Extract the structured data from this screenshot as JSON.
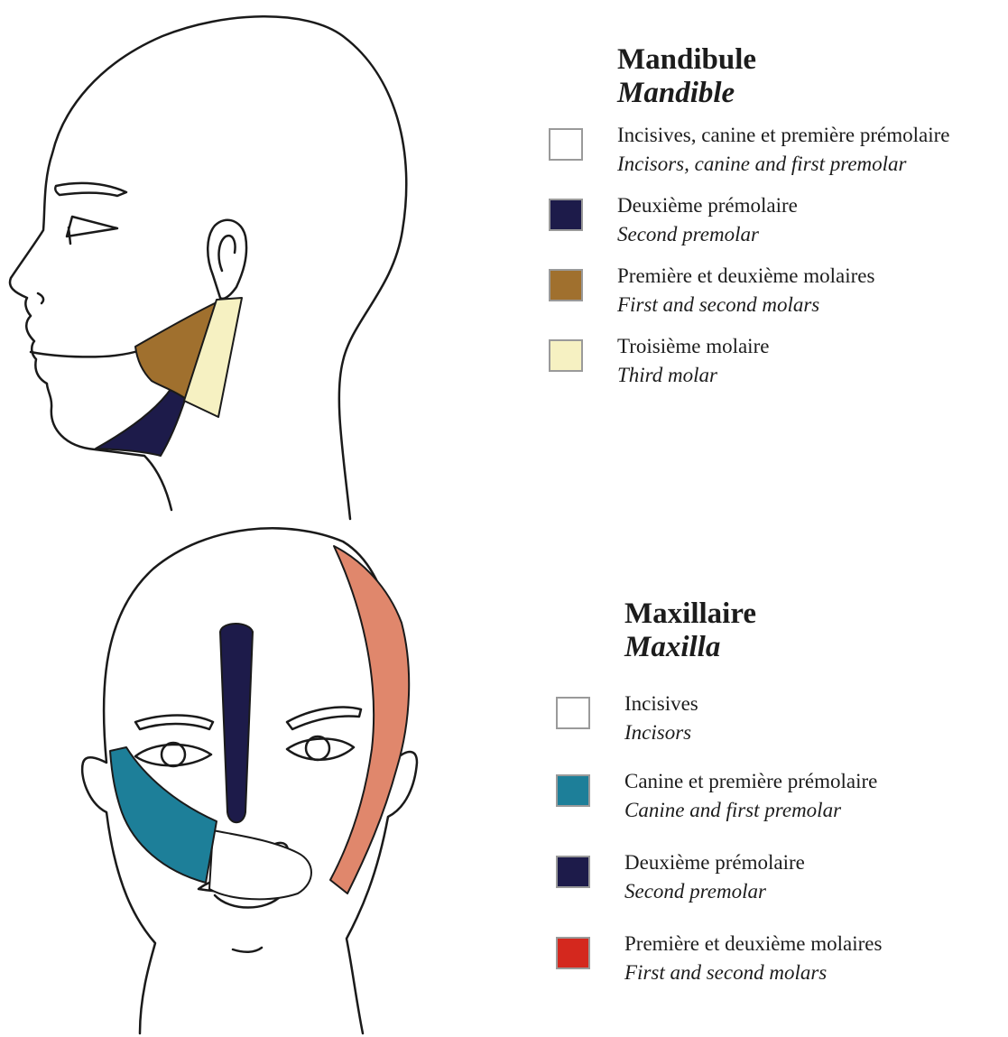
{
  "mandible_legend": {
    "title": "Mandibule",
    "subtitle": "Mandible",
    "items": [
      {
        "fr": "Incisives, canine et première prémolaire",
        "en": "Incisors, canine and first premolar",
        "color": "#ffffff"
      },
      {
        "fr": "Deuxième prémolaire",
        "en": "Second premolar",
        "color": "#1d1b4a"
      },
      {
        "fr": "Première et deuxième molaires",
        "en": "First and second molars",
        "color": "#a0702e"
      },
      {
        "fr": "Troisième molaire",
        "en": "Third molar",
        "color": "#f6f1c2"
      }
    ]
  },
  "maxilla_legend": {
    "title": "Maxillaire",
    "subtitle": "Maxilla",
    "items": [
      {
        "fr": "Incisives",
        "en": "Incisors",
        "color": "#ffffff"
      },
      {
        "fr": "Canine et première prémolaire",
        "en": "Canine and first premolar",
        "color": "#1d7f99"
      },
      {
        "fr": "Deuxième prémolaire",
        "en": "Second premolar",
        "color": "#1d1b4a"
      },
      {
        "fr": "Première et deuxième molaires",
        "en": "First and second molars",
        "color": "#d4281e"
      }
    ]
  },
  "face_region_colors": {
    "canine_first_premolar": "#1d7f99",
    "second_premolar": "#1d1b4a",
    "first_second_molars": "#e0876c",
    "mandible_molars": "#a0702e",
    "third_molar": "#f6f1c2"
  }
}
